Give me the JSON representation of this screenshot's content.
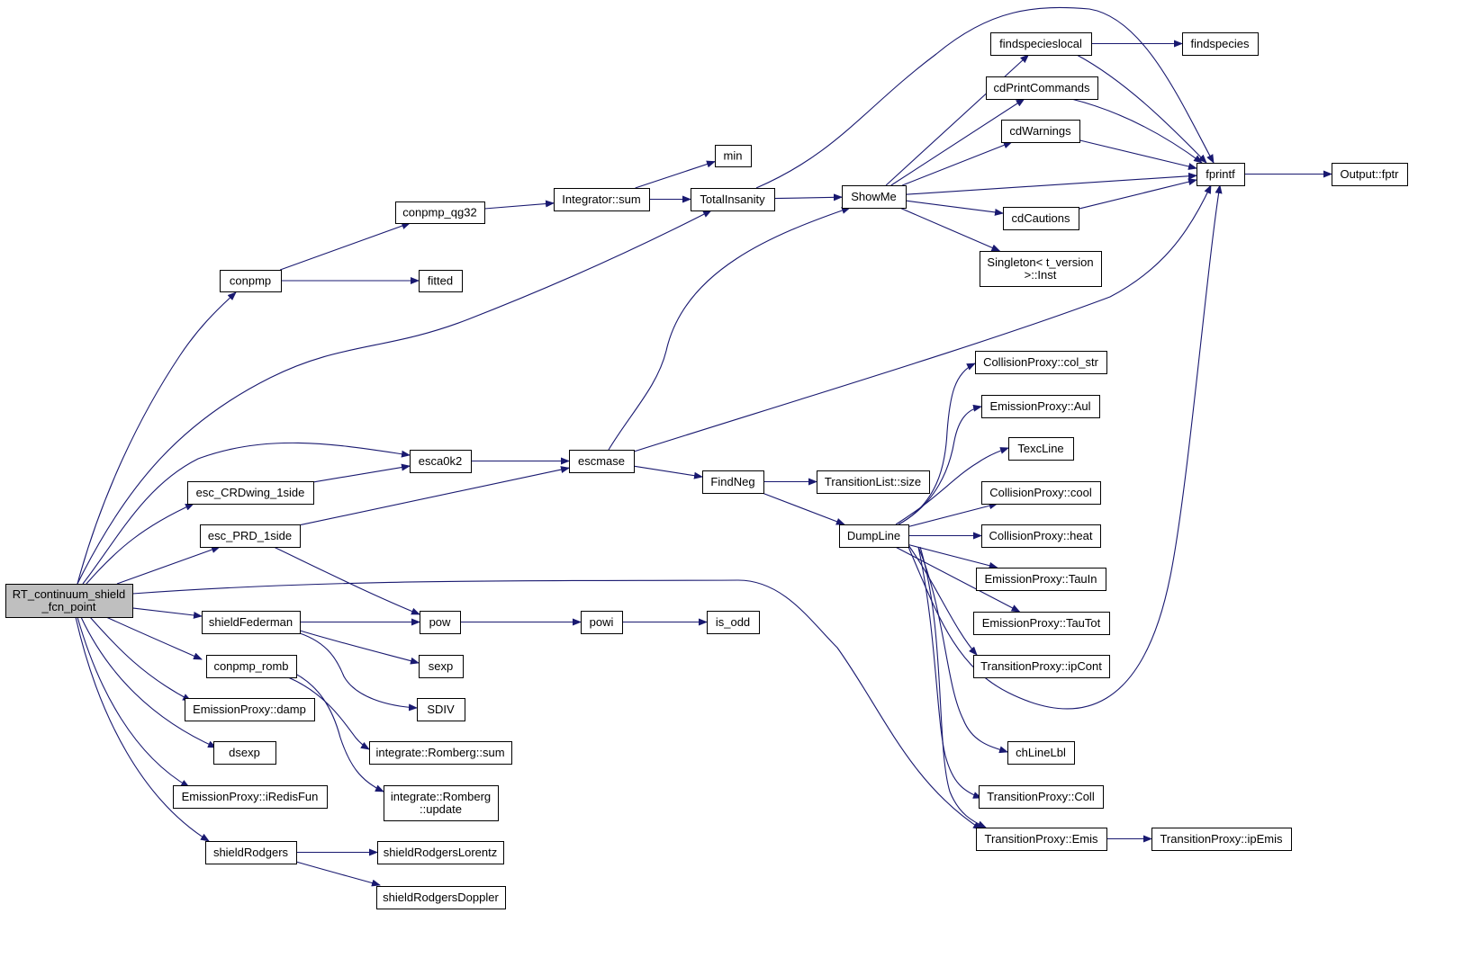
{
  "colors": {
    "edge": "#191970",
    "node_border": "#000000",
    "node_border_red": "#ff0000",
    "node_fill": "#ffffff",
    "root_fill": "#bfbfbf",
    "background": "#ffffff"
  },
  "graph": {
    "root": "RT_continuum_shield_fcn_point",
    "nodes": [
      {
        "id": "rt",
        "lines": [
          "RT_continuum_shield",
          "_fcn_point"
        ],
        "root": true
      },
      {
        "id": "conpmp",
        "lines": [
          "conpmp"
        ]
      },
      {
        "id": "conpmp_qg32",
        "lines": [
          "conpmp_qg32"
        ]
      },
      {
        "id": "fitted",
        "lines": [
          "fitted"
        ]
      },
      {
        "id": "integrator_sum",
        "lines": [
          "Integrator::sum"
        ]
      },
      {
        "id": "min",
        "lines": [
          "min"
        ]
      },
      {
        "id": "totalinsanity",
        "lines": [
          "TotalInsanity"
        ]
      },
      {
        "id": "showme",
        "lines": [
          "ShowMe"
        ]
      },
      {
        "id": "findspecieslocal",
        "lines": [
          "findspecieslocal"
        ]
      },
      {
        "id": "findspecies",
        "lines": [
          "findspecies"
        ]
      },
      {
        "id": "cdprintcommands",
        "lines": [
          "cdPrintCommands"
        ]
      },
      {
        "id": "cdwarnings",
        "lines": [
          "cdWarnings"
        ]
      },
      {
        "id": "fprintf",
        "lines": [
          "fprintf"
        ]
      },
      {
        "id": "output_fptr",
        "lines": [
          "Output::fptr"
        ]
      },
      {
        "id": "cdcautions",
        "lines": [
          "cdCautions"
        ]
      },
      {
        "id": "singleton",
        "lines": [
          "Singleton< t_version",
          ">::Inst"
        ]
      },
      {
        "id": "esca0k2",
        "lines": [
          "esca0k2"
        ]
      },
      {
        "id": "esc_crdwing",
        "lines": [
          "esc_CRDwing_1side"
        ]
      },
      {
        "id": "escmase",
        "lines": [
          "escmase"
        ]
      },
      {
        "id": "esc_prd",
        "lines": [
          "esc_PRD_1side"
        ]
      },
      {
        "id": "findneg",
        "lines": [
          "FindNeg"
        ]
      },
      {
        "id": "transitionlist_size",
        "lines": [
          "TransitionList::size"
        ],
        "red": true
      },
      {
        "id": "dumpline",
        "lines": [
          "DumpLine"
        ],
        "red": true
      },
      {
        "id": "collision_colstr",
        "lines": [
          "CollisionProxy::col_str"
        ]
      },
      {
        "id": "emission_aul",
        "lines": [
          "EmissionProxy::Aul"
        ]
      },
      {
        "id": "texcline",
        "lines": [
          "TexcLine"
        ],
        "red": true
      },
      {
        "id": "collision_cool",
        "lines": [
          "CollisionProxy::cool"
        ]
      },
      {
        "id": "collision_heat",
        "lines": [
          "CollisionProxy::heat"
        ]
      },
      {
        "id": "emission_tauin",
        "lines": [
          "EmissionProxy::TauIn"
        ]
      },
      {
        "id": "emission_tautot",
        "lines": [
          "EmissionProxy::TauTot"
        ]
      },
      {
        "id": "transition_ipcont",
        "lines": [
          "TransitionProxy::ipCont"
        ]
      },
      {
        "id": "chlinelbl",
        "lines": [
          "chLineLbl"
        ],
        "red": true
      },
      {
        "id": "transition_coll",
        "lines": [
          "TransitionProxy::Coll"
        ]
      },
      {
        "id": "transition_emis",
        "lines": [
          "TransitionProxy::Emis"
        ]
      },
      {
        "id": "transition_ipemis",
        "lines": [
          "TransitionProxy::ipEmis"
        ]
      },
      {
        "id": "shieldfederman",
        "lines": [
          "shieldFederman"
        ]
      },
      {
        "id": "pow",
        "lines": [
          "pow"
        ]
      },
      {
        "id": "powi",
        "lines": [
          "powi"
        ]
      },
      {
        "id": "is_odd",
        "lines": [
          "is_odd"
        ]
      },
      {
        "id": "sexp",
        "lines": [
          "sexp"
        ]
      },
      {
        "id": "sdiv",
        "lines": [
          "SDIV"
        ]
      },
      {
        "id": "conpmp_romb",
        "lines": [
          "conpmp_romb"
        ]
      },
      {
        "id": "romberg_sum",
        "lines": [
          "integrate::Romberg::sum"
        ]
      },
      {
        "id": "romberg_update",
        "lines": [
          "integrate::Romberg",
          "::update"
        ]
      },
      {
        "id": "emission_damp",
        "lines": [
          "EmissionProxy::damp"
        ]
      },
      {
        "id": "dsexp",
        "lines": [
          "dsexp"
        ]
      },
      {
        "id": "emission_iredisfun",
        "lines": [
          "EmissionProxy::iRedisFun"
        ]
      },
      {
        "id": "shieldrodgers",
        "lines": [
          "shieldRodgers"
        ]
      },
      {
        "id": "shieldrodgerslorentz",
        "lines": [
          "shieldRodgersLorentz"
        ]
      },
      {
        "id": "shieldrodgersdoppler",
        "lines": [
          "shieldRodgersDoppler"
        ]
      }
    ],
    "edges": [
      [
        "rt",
        "conpmp"
      ],
      [
        "rt",
        "totalinsanity"
      ],
      [
        "rt",
        "esca0k2"
      ],
      [
        "rt",
        "esc_crdwing"
      ],
      [
        "rt",
        "esc_prd"
      ],
      [
        "rt",
        "transition_emis"
      ],
      [
        "rt",
        "shieldfederman"
      ],
      [
        "rt",
        "conpmp_romb"
      ],
      [
        "rt",
        "emission_damp"
      ],
      [
        "rt",
        "dsexp"
      ],
      [
        "rt",
        "emission_iredisfun"
      ],
      [
        "rt",
        "shieldrodgers"
      ],
      [
        "conpmp",
        "conpmp_qg32"
      ],
      [
        "conpmp",
        "fitted"
      ],
      [
        "conpmp_qg32",
        "integrator_sum"
      ],
      [
        "integrator_sum",
        "min"
      ],
      [
        "integrator_sum",
        "totalinsanity"
      ],
      [
        "totalinsanity",
        "showme"
      ],
      [
        "totalinsanity",
        "fprintf"
      ],
      [
        "showme",
        "findspecieslocal"
      ],
      [
        "showme",
        "cdprintcommands"
      ],
      [
        "showme",
        "cdwarnings"
      ],
      [
        "showme",
        "fprintf"
      ],
      [
        "showme",
        "cdcautions"
      ],
      [
        "showme",
        "singleton"
      ],
      [
        "findspecieslocal",
        "findspecies"
      ],
      [
        "findspecieslocal",
        "fprintf"
      ],
      [
        "cdprintcommands",
        "fprintf"
      ],
      [
        "cdwarnings",
        "fprintf"
      ],
      [
        "cdcautions",
        "fprintf"
      ],
      [
        "fprintf",
        "output_fptr"
      ],
      [
        "esca0k2",
        "escmase"
      ],
      [
        "esc_crdwing",
        "esca0k2"
      ],
      [
        "escmase",
        "showme"
      ],
      [
        "escmase",
        "fprintf"
      ],
      [
        "escmase",
        "findneg"
      ],
      [
        "esc_prd",
        "escmase"
      ],
      [
        "esc_prd",
        "pow"
      ],
      [
        "findneg",
        "transitionlist_size"
      ],
      [
        "findneg",
        "dumpline"
      ],
      [
        "dumpline",
        "collision_colstr"
      ],
      [
        "dumpline",
        "emission_aul"
      ],
      [
        "dumpline",
        "texcline"
      ],
      [
        "dumpline",
        "collision_cool"
      ],
      [
        "dumpline",
        "collision_heat"
      ],
      [
        "dumpline",
        "emission_tauin"
      ],
      [
        "dumpline",
        "emission_tautot"
      ],
      [
        "dumpline",
        "transition_ipcont"
      ],
      [
        "dumpline",
        "fprintf"
      ],
      [
        "dumpline",
        "chlinelbl"
      ],
      [
        "dumpline",
        "transition_coll"
      ],
      [
        "dumpline",
        "transition_emis"
      ],
      [
        "transition_emis",
        "transition_ipemis"
      ],
      [
        "shieldfederman",
        "pow"
      ],
      [
        "shieldfederman",
        "sexp"
      ],
      [
        "shieldfederman",
        "sdiv"
      ],
      [
        "pow",
        "powi"
      ],
      [
        "powi",
        "is_odd"
      ],
      [
        "conpmp_romb",
        "romberg_sum"
      ],
      [
        "conpmp_romb",
        "romberg_update"
      ],
      [
        "shieldrodgers",
        "shieldrodgerslorentz"
      ],
      [
        "shieldrodgers",
        "shieldrodgersdoppler"
      ]
    ]
  }
}
